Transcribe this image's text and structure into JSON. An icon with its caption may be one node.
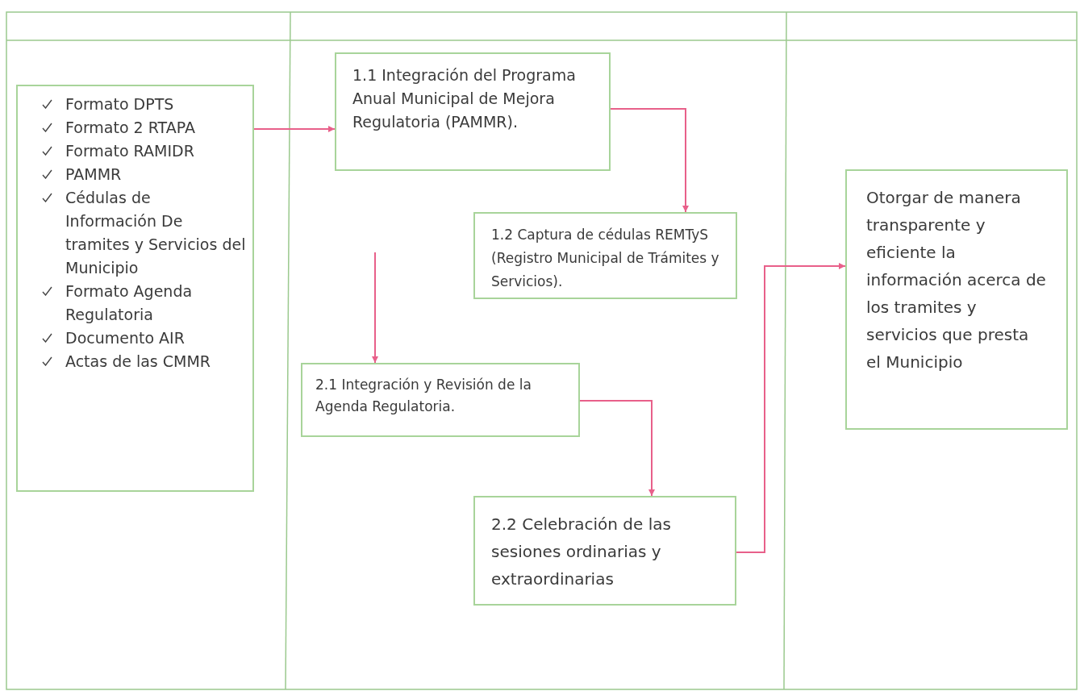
{
  "diagram": {
    "nodes": [
      {
        "text": [
          "Formato DPTS",
          "Formato 2 RTAPA",
          "Formato RAMIDR",
          "PAMMR",
          "Cédulas de Información De tramites y Servicios del Municipio",
          "Formato Agenda Regulatoria",
          "Documento AIR",
          "Actas de las CMMR"
        ]
      },
      {
        "text": [
          "1.1 Integración del Programa Anual Municipal de Mejora Regulatoria (PAMMR)."
        ]
      },
      {
        "text": [
          "1.2 Captura de cédulas REMTyS (Registro Municipal de Trámites y Servicios)."
        ]
      },
      {
        "text": [
          "2.1 Integración y Revisión de la Agenda Regulatoria."
        ]
      },
      {
        "text": [
          "2.2 Celebración de las sesiones ordinarias y extraordinarias"
        ]
      },
      {
        "text": [
          "Otorgar de manera transparente y eficiente la información acerca de los tramites y servicios que presta el Municipio"
        ]
      }
    ],
    "edges": [
      {
        "from": 0,
        "to": 1,
        "arrow": "to"
      },
      {
        "from": 1,
        "to": 2,
        "arrow": "to"
      },
      {
        "from": null,
        "to": 3,
        "arrow": "to"
      },
      {
        "from": 3,
        "to": 4,
        "arrow": "to"
      },
      {
        "from": 4,
        "to": 5,
        "arrow": "to"
      }
    ]
  }
}
